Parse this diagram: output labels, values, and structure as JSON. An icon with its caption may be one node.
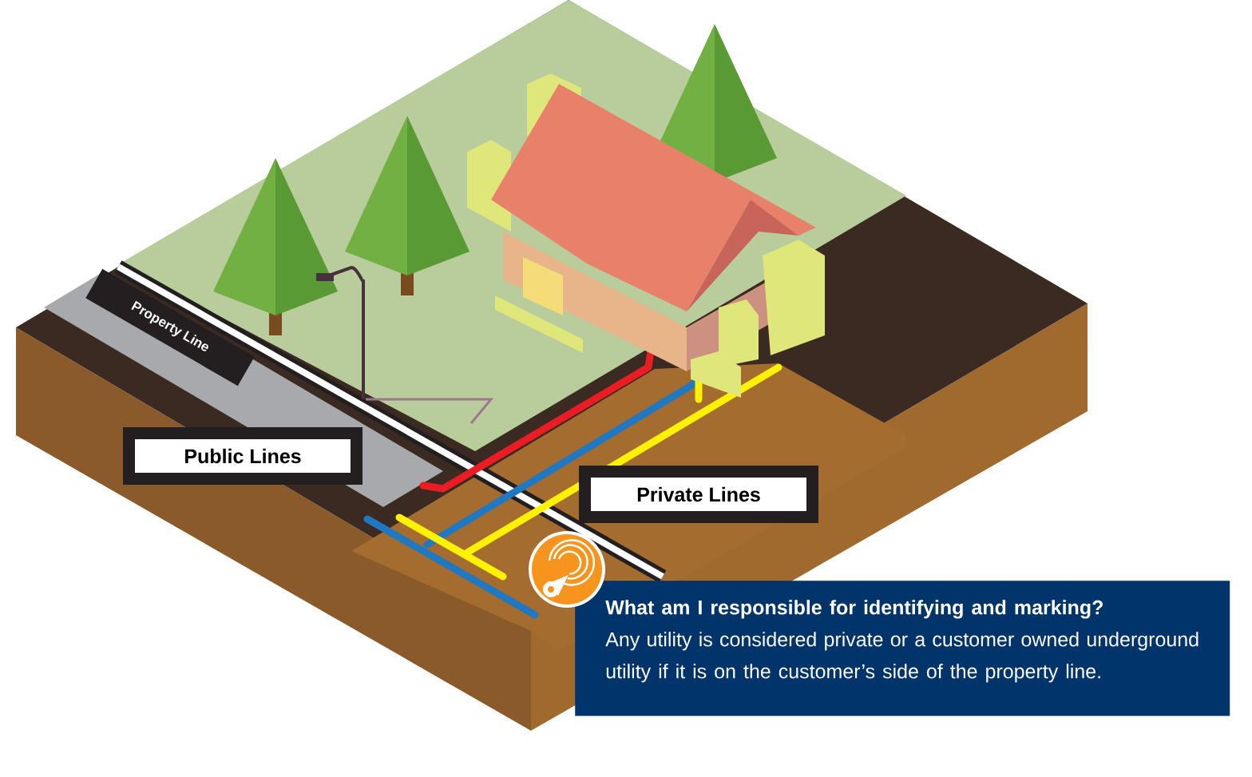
{
  "diagram": {
    "nodes": [
      {
        "text": [
          "Property Line"
        ]
      },
      {
        "text": [
          "Public Lines"
        ]
      },
      {
        "text": [
          "Private Lines"
        ]
      },
      {
        "text": [
          "What am I responsible for identifying and marking?",
          "Any utility is considered private or a customer owned underground utility if it is on the customer’s side of the property line."
        ]
      }
    ]
  }
}
